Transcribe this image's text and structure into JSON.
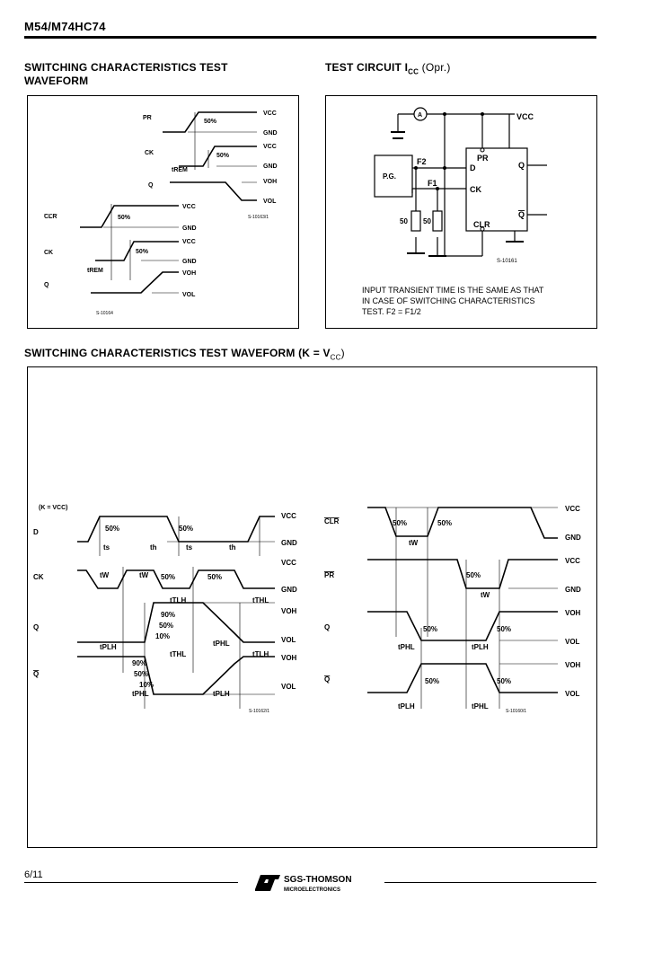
{
  "header": {
    "title": "M54/M74HC74"
  },
  "sections": {
    "waveform1_title_l1": "SWITCHING CHARACTERISTICS TEST",
    "waveform1_title_l2": "WAVEFORM",
    "circuit_title_main": "TEST CIRCUIT I",
    "circuit_title_sub": "CC",
    "circuit_title_tail": " (Opr.)",
    "waveform2_title_main": "SWITCHING CHARACTERISTICS TEST WAVEFORM (K = V",
    "waveform2_title_sub": "CC",
    "waveform2_title_tail": ")"
  },
  "panel1": {
    "pr": "PR",
    "ck": "CK",
    "q": "Q",
    "clr": "CLR",
    "vcc": "VCC",
    "gnd": "GND",
    "voh": "VOH",
    "vol": "VOL",
    "pct50": "50%",
    "trem": "tREM",
    "code1": "S-10163/1",
    "code2": "S-10164"
  },
  "panel2": {
    "ammeter": "A",
    "vcc": "VCC",
    "pg": "P.G.",
    "f1": "F1",
    "f2": "F2",
    "pin_d": "D",
    "pin_ck": "CK",
    "pin_pr": "PR",
    "pin_clr": "CLR",
    "pin_q": "Q",
    "pin_qbar": "Q",
    "res1": "50",
    "res2": "50",
    "code": "S-10161",
    "note_l1": "INPUT TRANSIENT TIME IS THE SAME AS THAT",
    "note_l2": "IN CASE OF SWITCHING CHARACTERISTICS",
    "note_l3": "TEST. F2 = F1/2"
  },
  "panel3": {
    "k_label": "(K = VCC)",
    "d": "D",
    "ck": "CK",
    "q": "Q",
    "qbar": "Q",
    "clr": "CLR",
    "pr": "PR",
    "vcc": "VCC",
    "gnd": "GND",
    "voh": "VOH",
    "vol": "VOL",
    "pct50": "50%",
    "pct90": "90%",
    "pct10": "10%",
    "ts": "ts",
    "th": "th",
    "tw": "tW",
    "ttlh": "tTLH",
    "tthl": "tTHL",
    "tplh": "tPLH",
    "tphl": "tPHL",
    "code_left": "S-10162/1",
    "code_right": "S-10160/1"
  },
  "footer": {
    "page": "6/11",
    "brand_l1": "SGS-THOMSON",
    "brand_l2": "MICROELECTRONICS"
  }
}
